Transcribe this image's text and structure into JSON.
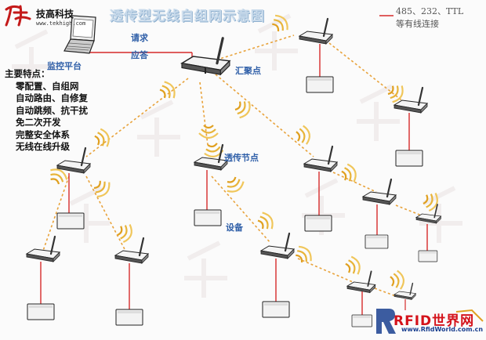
{
  "title": "透传型无线自组网示意图",
  "brand": {
    "name": "技高科技",
    "url": "www.tekhigh.com"
  },
  "legend": {
    "line1": "485、232、TTL",
    "line2": "等有线连接",
    "color": "#e03a3a"
  },
  "labels": {
    "monitor_platform": "监控平台",
    "request": "请求",
    "response": "应答",
    "aggregation_node": "汇聚点",
    "relay_node": "透传节点",
    "device": "设备"
  },
  "features": {
    "heading": "主要特点：",
    "items": [
      "零配置、自组网",
      "自动路由、自修复",
      "自动跳频、抗干扰",
      "免二次开发",
      "完整安全体系",
      "无线在线升级"
    ]
  },
  "footer_logo": {
    "text": "RFID世界网",
    "url": "www.RfidWorld.com.cn"
  },
  "colors": {
    "wired_link": "#d62b2b",
    "wireless_link": "#e8a23a",
    "signal_waves": "#e0a020",
    "label_blue": "#2f5fa8"
  }
}
